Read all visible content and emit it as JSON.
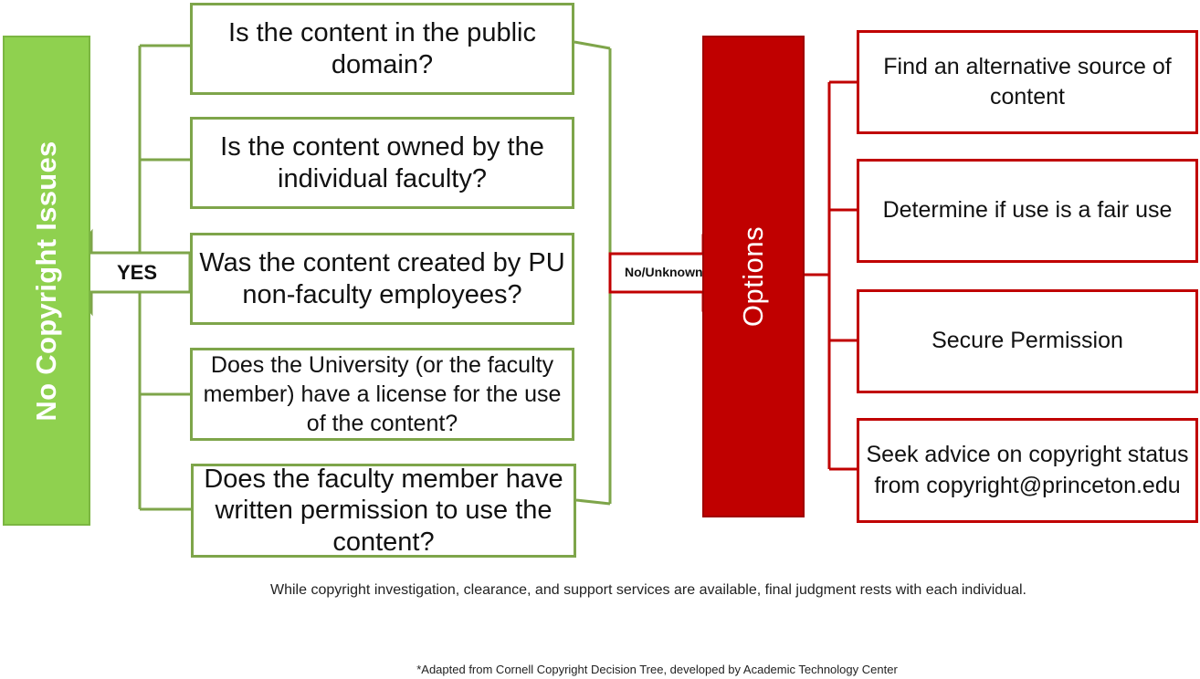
{
  "left_banner": {
    "label": "No Copyright Issues"
  },
  "yes_arrow": {
    "label": "YES"
  },
  "questions": [
    {
      "text": "Is the content in the public domain?"
    },
    {
      "text": "Is the content owned by the individual faculty?"
    },
    {
      "text": "Was the content created by PU non-faculty employees?"
    },
    {
      "text": "Does the University (or the faculty member) have a license for the use of the content?"
    },
    {
      "text": "Does the faculty member have written permission to use the content?"
    }
  ],
  "no_arrow": {
    "label": "No/Unknown"
  },
  "right_banner": {
    "label": "Options"
  },
  "options": [
    {
      "text": "Find an alternative source of content"
    },
    {
      "text": "Determine if use is a fair use"
    },
    {
      "text": "Secure Permission"
    },
    {
      "text": "Seek advice on copyright status from copyright@princeton.edu"
    }
  ],
  "footer": {
    "disclaimer": "While  copyright investigation, clearance, and support services are available, final judgment rests with each individual.",
    "credit": "*Adapted from Cornell Copyright Decision Tree, developed by Academic Technology Center"
  },
  "colors": {
    "green_fill": "#8fd14f",
    "green_line": "#7ea54a",
    "red_fill": "#c00000",
    "red_line": "#c00000"
  }
}
